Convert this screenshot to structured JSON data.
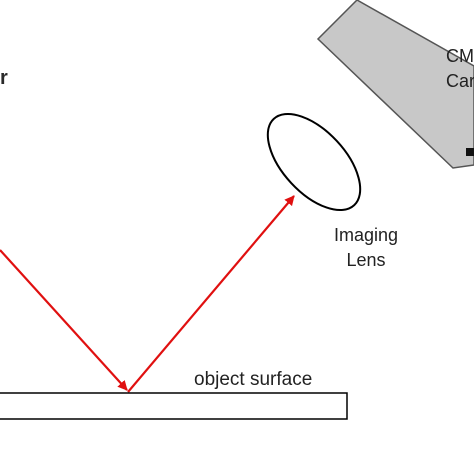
{
  "labels": {
    "left_fragment": "r",
    "camera_line1": "CM",
    "camera_line2": "Car",
    "lens_line1": "Imaging",
    "lens_line2": "Lens",
    "surface": "object surface"
  },
  "colors": {
    "beam": "#e01010",
    "camera_fill": "#c8c8c8",
    "outline": "#000000",
    "background": "#ffffff"
  }
}
